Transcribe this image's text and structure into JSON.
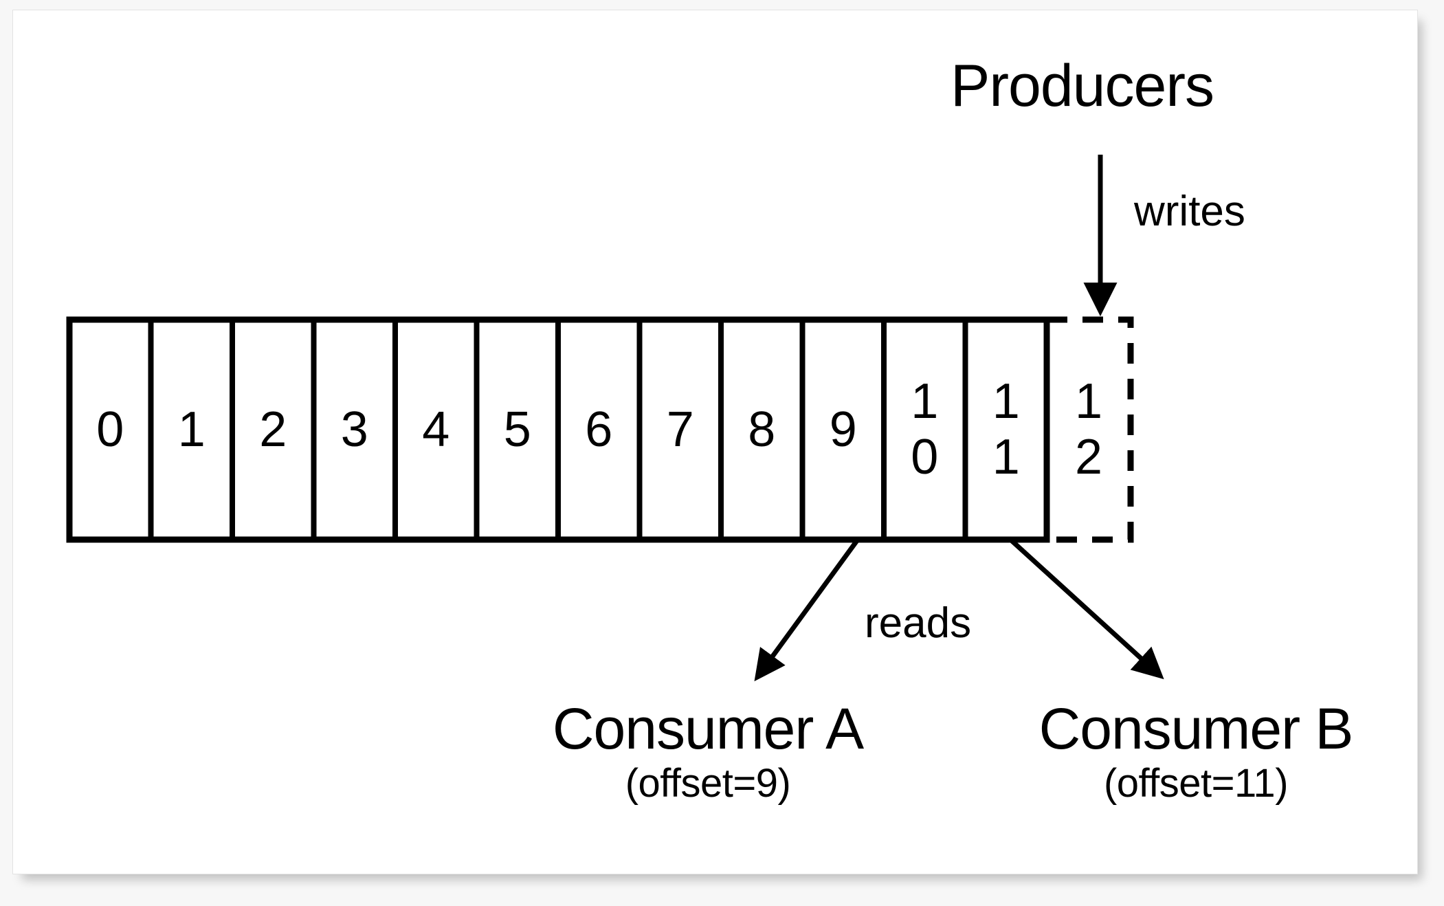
{
  "diagram": {
    "title_producers": "Producers",
    "label_writes": "writes",
    "label_reads": "reads",
    "log": {
      "solid_cells": [
        "0",
        "1",
        "2",
        "3",
        "4",
        "5",
        "6",
        "7",
        "8",
        "9",
        "10",
        "11"
      ],
      "pending_cell": "12",
      "pending_style": "dashed"
    },
    "consumers": [
      {
        "name": "Consumer A",
        "offset_label": "(offset=9)",
        "offset_value": 9,
        "reads_from_cell": "9"
      },
      {
        "name": "Consumer B",
        "offset_label": "(offset=11)",
        "offset_value": 11,
        "reads_from_cell": "11"
      }
    ],
    "colors": {
      "stroke": "#000000",
      "card_background": "#ffffff",
      "page_background": "#f7f7f7",
      "card_border": "#e3e3e3"
    }
  }
}
